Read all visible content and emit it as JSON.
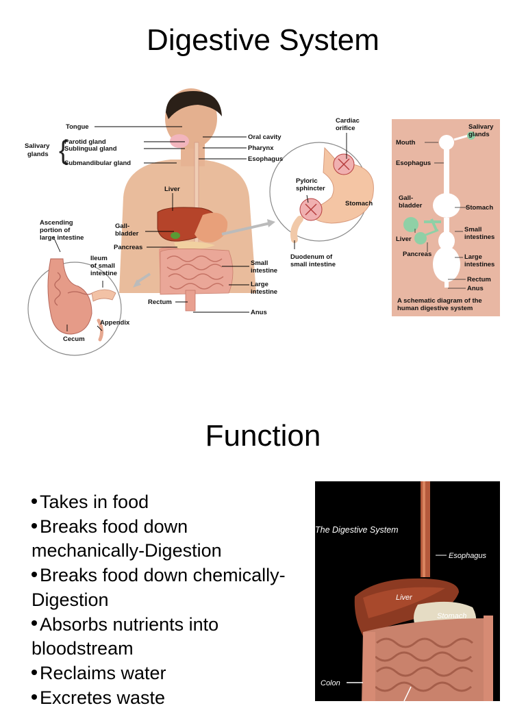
{
  "slide1": {
    "title": "Digestive System"
  },
  "figure_labels": {
    "tongue": "Tongue",
    "salivary_glands_1": "Salivary",
    "salivary_glands_2": "glands",
    "parotid": "Parotid gland",
    "sublingual": "Sublingual gland",
    "submandibular": "Submandibular gland",
    "oral_cavity": "Oral cavity",
    "pharynx": "Pharynx",
    "esophagus": "Esophagus",
    "liver": "Liver",
    "gallbladder_1": "Gall-",
    "gallbladder_2": "bladder",
    "pancreas": "Pancreas",
    "small_intestine_1": "Small",
    "small_intestine_2": "intestine",
    "large_intestine_1": "Large",
    "large_intestine_2": "intestine",
    "rectum": "Rectum",
    "anus": "Anus",
    "ascending_1": "Ascending",
    "ascending_2": "portion of",
    "ascending_3": "large intestine",
    "ileum_1": "Ileum",
    "ileum_2": "of small",
    "ileum_3": "intestine",
    "appendix": "Appendix",
    "cecum": "Cecum",
    "cardiac_1": "Cardiac",
    "cardiac_2": "orifice",
    "pyloric_1": "Pyloric",
    "pyloric_2": "sphincter",
    "stomach": "Stomach",
    "duodenum_1": "Duodenum of",
    "duodenum_2": "small intestine"
  },
  "schematic": {
    "salivary_1": "Salivary",
    "salivary_2": "glands",
    "mouth": "Mouth",
    "esophagus": "Esophagus",
    "gallbladder_1": "Gall-",
    "gallbladder_2": "bladder",
    "stomach": "Stomach",
    "small_1": "Small",
    "small_2": "intestines",
    "liver": "Liver",
    "pancreas": "Pancreas",
    "large_1": "Large",
    "large_2": "intestines",
    "rectum": "Rectum",
    "anus": "Anus",
    "caption_1": "A schematic diagram of the",
    "caption_2": "human digestive system"
  },
  "slide2": {
    "title": "Function",
    "items": [
      "Takes in food",
      "Breaks food down mechanically-Digestion",
      "Breaks food down chemically-Digestion",
      "Absorbs nutrients into bloodstream",
      "Reclaims water",
      "Excretes waste"
    ]
  },
  "dark_figure": {
    "title": "The Digestive System",
    "esophagus": "Esophagus",
    "liver": "Liver",
    "stomach": "Stomach",
    "colon": "Colon"
  },
  "colors": {
    "skin": "#e8b896",
    "liver": "#b5442a",
    "intestine": "#e7a08e",
    "schematic_bg": "#e8b7a3",
    "schematic_organ": "#8fd0a6",
    "dark_bg": "#000000"
  }
}
